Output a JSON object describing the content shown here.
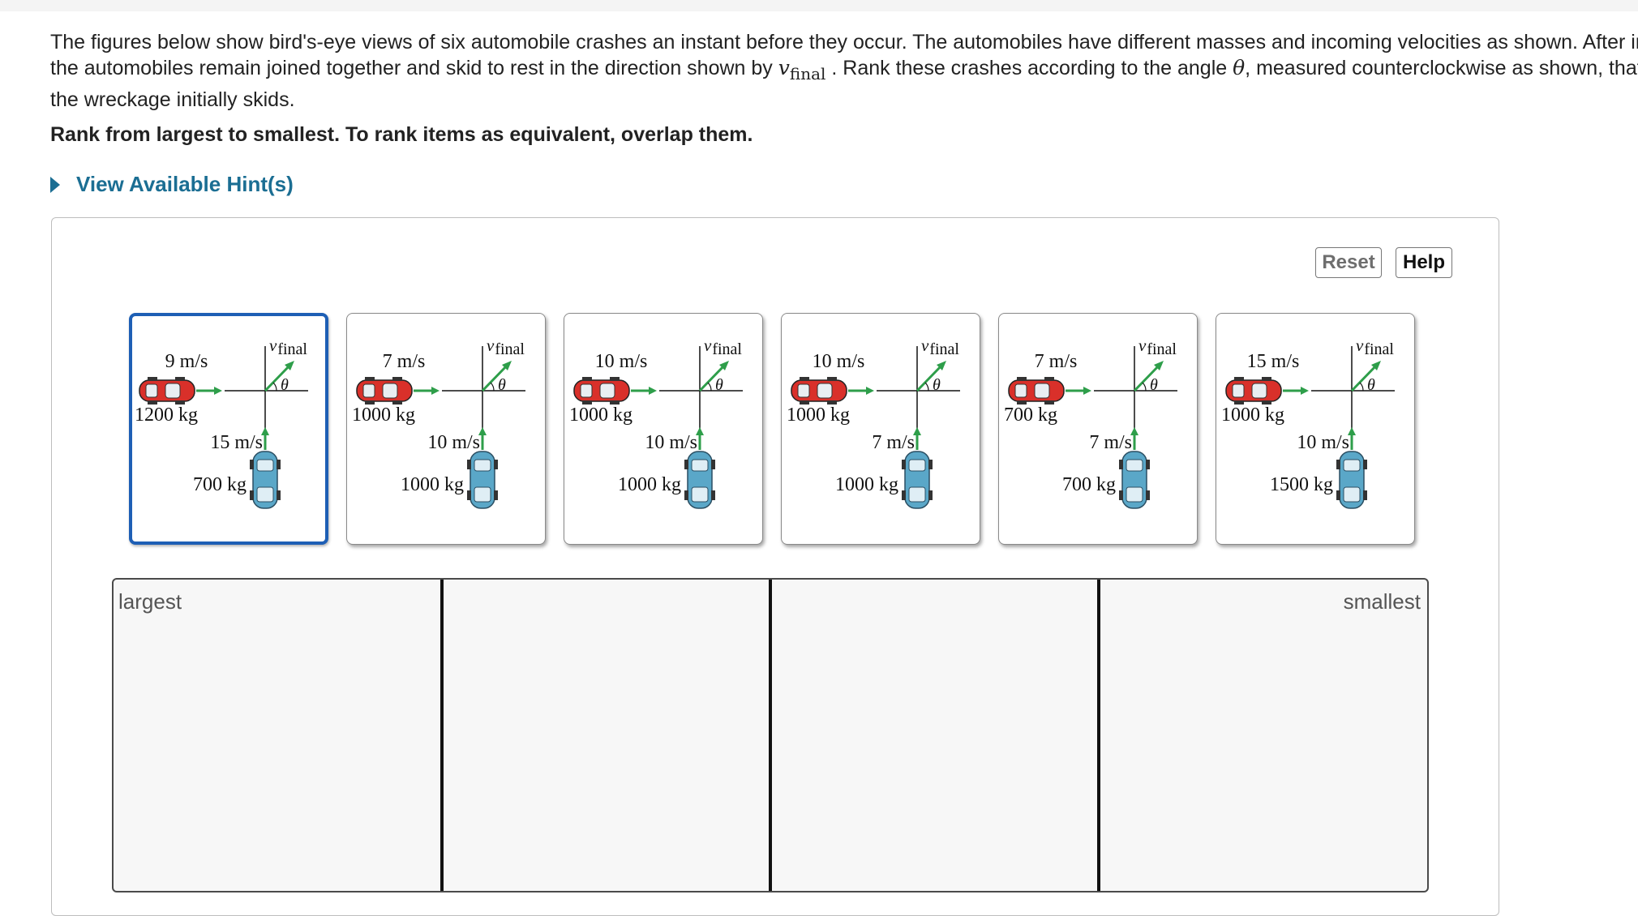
{
  "problem": {
    "line1": "The figures below show bird's-eye views of six automobile crashes an instant before they occur. The automobiles have different masses and incoming velocities as shown. After impact,",
    "line2_a": "the automobiles remain joined together and skid to rest in the direction shown by ",
    "line2_v": "v",
    "line2_sub": "final",
    "line2_b": " . Rank these crashes according to the angle ",
    "line2_theta": "θ",
    "line2_c": ", measured counterclockwise as shown, that the wreckage makes as",
    "line3": "the wreckage initially skids.",
    "instruction": "Rank from largest to smallest. To rank items as equivalent, overlap them.",
    "hint": "View Available Hint(s)"
  },
  "toolbar": {
    "reset": "Reset",
    "help": "Help"
  },
  "labels": {
    "v": "v",
    "sub": "final",
    "theta": "θ"
  },
  "cards": [
    {
      "red_speed": "9 m/s",
      "red_mass": "1200 kg",
      "blue_speed": "15 m/s",
      "blue_mass": "700 kg",
      "selected": true
    },
    {
      "red_speed": "7 m/s",
      "red_mass": "1000 kg",
      "blue_speed": "10 m/s",
      "blue_mass": "1000 kg",
      "selected": false
    },
    {
      "red_speed": "10 m/s",
      "red_mass": "1000 kg",
      "blue_speed": "10 m/s",
      "blue_mass": "1000 kg",
      "selected": false
    },
    {
      "red_speed": "10 m/s",
      "red_mass": "1000 kg",
      "blue_speed": "7 m/s",
      "blue_mass": "1000 kg",
      "selected": false
    },
    {
      "red_speed": "7 m/s",
      "red_mass": "700 kg",
      "blue_speed": "7 m/s",
      "blue_mass": "700 kg",
      "selected": false
    },
    {
      "red_speed": "15 m/s",
      "red_mass": "1000 kg",
      "blue_speed": "10 m/s",
      "blue_mass": "1500 kg",
      "selected": false
    }
  ],
  "ranking": {
    "largest": "largest",
    "smallest": "smallest"
  },
  "colors": {
    "link": "#1b6e93",
    "selected_border": "#1e5fb5",
    "red_car": "#d9302a",
    "blue_car": "#5aa7c8",
    "arrow": "#2e9e4a"
  }
}
